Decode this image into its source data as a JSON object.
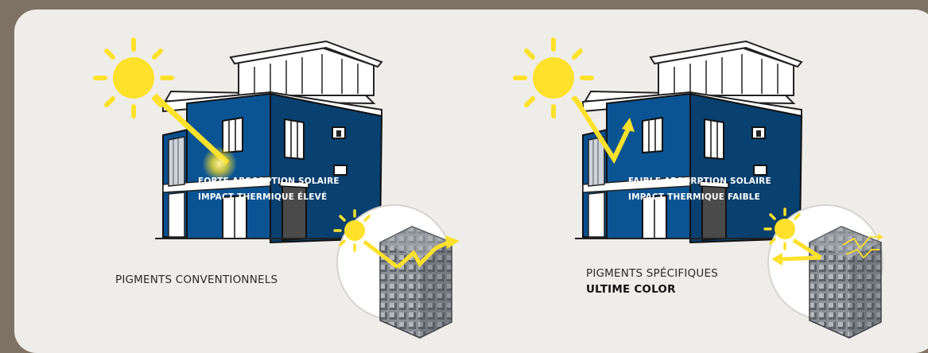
{
  "panels": {
    "left": {
      "line1": "FORTE ABSORPTION SOLAIRE",
      "line2": "IMPACT THERMIQUE ÉLEVÉ",
      "caption": "PIGMENTS CONVENTIONNELS"
    },
    "right": {
      "line1": "FAIBLE ABSORPTION SOLAIRE",
      "line2": "IMPACT THERMIQUE FAIBLE",
      "caption": "PIGMENTS SPÉCIFIQUES",
      "caption_bold": "ULTIME COLOR"
    }
  },
  "colors": {
    "facade_blue": "#0a4f8e",
    "facade_blue_dark": "#08406f",
    "sun_yellow": "#fde12a",
    "card_bg": "#efedea",
    "frame_bg": "#7d7265"
  }
}
